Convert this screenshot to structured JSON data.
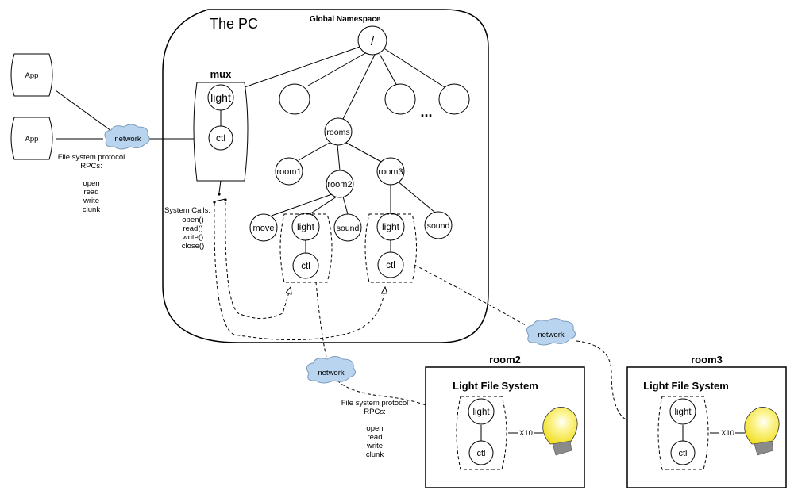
{
  "pc": {
    "title": "The PC",
    "namespace_title": "Global Namespace"
  },
  "mux": {
    "title": "mux",
    "light": "light",
    "ctl": "ctl"
  },
  "apps": {
    "app1": "App",
    "app2": "App"
  },
  "network": {
    "label": "network"
  },
  "rpc_left": {
    "heading1": "File system protocol",
    "heading2": "RPCs:",
    "items": [
      "open",
      "read",
      "write",
      "clunk"
    ]
  },
  "rpc_bottom": {
    "heading1": "File system protocol",
    "heading2": "RPCs:",
    "items": [
      "open",
      "read",
      "write",
      "clunk"
    ]
  },
  "syscalls": {
    "heading": "System Calls:",
    "items": [
      "open()",
      "read()",
      "write()",
      "close()"
    ]
  },
  "tree": {
    "root": "/",
    "ellipsis": "...",
    "rooms": "rooms",
    "room1": "room1",
    "room2": "room2",
    "room3": "room3",
    "move": "move",
    "light": "light",
    "ctl": "ctl",
    "sound": "sound"
  },
  "room_boxes": [
    {
      "title": "room2",
      "fs_title": "Light File System",
      "light": "light",
      "ctl": "ctl",
      "x10": "X10"
    },
    {
      "title": "room3",
      "fs_title": "Light File System",
      "light": "light",
      "ctl": "ctl",
      "x10": "X10"
    }
  ],
  "colors": {
    "cloud_fill": "#b9d4ee",
    "cloud_stroke": "#7b9cbd",
    "bulb": "#f7ee3a",
    "bulb_base": "#8a8a8a"
  }
}
